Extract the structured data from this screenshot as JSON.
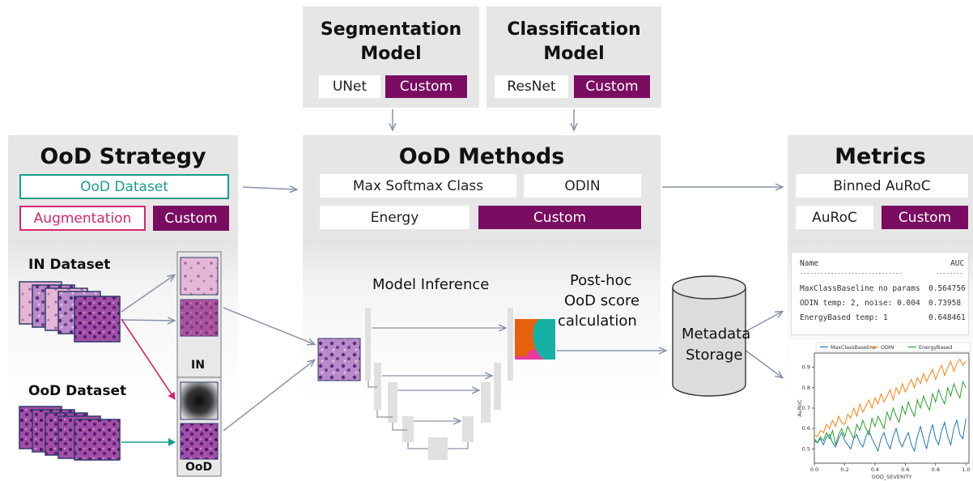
{
  "segmentation": {
    "title_line1": "Segmentation",
    "title_line2": "Model",
    "chips": [
      "UNet",
      "Custom"
    ]
  },
  "classification": {
    "title_line1": "Classification",
    "title_line2": "Model",
    "chips": [
      "ResNet",
      "Custom"
    ]
  },
  "strategy": {
    "title": "OoD Strategy",
    "ood_dataset": "OoD Dataset",
    "augmentation": "Augmentation",
    "custom": "Custom",
    "in_dataset_label": "IN Dataset",
    "ood_dataset_label": "OoD Dataset",
    "in_tag": "IN",
    "ood_tag": "OoD"
  },
  "methods": {
    "title": "OoD Methods",
    "chips": [
      "Max Softmax Class",
      "ODIN",
      "Energy",
      "Custom"
    ],
    "model_inference": "Model Inference",
    "posthoc": [
      "Post-hoc",
      "OoD score",
      "calculation"
    ]
  },
  "storage": {
    "line1": "Metadata",
    "line2": "Storage"
  },
  "metrics": {
    "title": "Metrics",
    "chips": [
      "Binned AuRoC",
      "AuRoC",
      "Custom"
    ],
    "table": {
      "header_name": "Name",
      "header_auc": "AUC",
      "sep_name": "------------------------------",
      "sep_auc": "--------",
      "rows": [
        {
          "name": "MaxClassBaseline no params",
          "auc": "0.564756"
        },
        {
          "name": "ODIN temp: 2, noise: 0.004",
          "auc": "0.73958"
        },
        {
          "name": "EnergyBased temp: 1",
          "auc": "0.648461"
        }
      ]
    }
  },
  "colors": {
    "purple": "#7a0d62",
    "teal": "#1a9e8a",
    "pink": "#d6266f",
    "arrow": "#8a93a6"
  },
  "chart_data": {
    "type": "line",
    "xlabel": "OOD_SEVERITY",
    "ylabel": "AuRoC",
    "xlim": [
      0,
      1.02
    ],
    "ylim": [
      0.43,
      0.97
    ],
    "xticks": [
      "0.0",
      "0.2",
      "0.4",
      "0.6",
      "0.8",
      "1.0"
    ],
    "yticks": [
      "0.5",
      "0.6",
      "0.7",
      "0.8",
      "0.9"
    ],
    "legend_position": "top",
    "series": [
      {
        "name": "MaxClassBaseline",
        "color": "#1f77b4",
        "x": [
          0,
          0.02,
          0.04,
          0.06,
          0.08,
          0.1,
          0.12,
          0.14,
          0.16,
          0.18,
          0.2,
          0.22,
          0.24,
          0.26,
          0.28,
          0.3,
          0.32,
          0.34,
          0.36,
          0.38,
          0.4,
          0.42,
          0.44,
          0.46,
          0.48,
          0.5,
          0.52,
          0.54,
          0.56,
          0.58,
          0.6,
          0.62,
          0.64,
          0.66,
          0.68,
          0.7,
          0.72,
          0.74,
          0.76,
          0.78,
          0.8,
          0.82,
          0.84,
          0.86,
          0.88,
          0.9,
          0.92,
          0.94,
          0.96,
          0.98,
          1.0
        ],
        "y": [
          0.54,
          0.53,
          0.55,
          0.52,
          0.56,
          0.57,
          0.53,
          0.51,
          0.55,
          0.58,
          0.54,
          0.52,
          0.5,
          0.55,
          0.57,
          0.53,
          0.51,
          0.56,
          0.59,
          0.55,
          0.52,
          0.49,
          0.55,
          0.58,
          0.53,
          0.5,
          0.56,
          0.6,
          0.54,
          0.51,
          0.55,
          0.58,
          0.52,
          0.49,
          0.56,
          0.61,
          0.55,
          0.5,
          0.57,
          0.62,
          0.55,
          0.52,
          0.59,
          0.63,
          0.56,
          0.52,
          0.6,
          0.64,
          0.57,
          0.55,
          0.65
        ]
      },
      {
        "name": "ODIN",
        "color": "#ff7f0e",
        "x": [
          0,
          0.02,
          0.04,
          0.06,
          0.08,
          0.1,
          0.12,
          0.14,
          0.16,
          0.18,
          0.2,
          0.22,
          0.24,
          0.26,
          0.28,
          0.3,
          0.32,
          0.34,
          0.36,
          0.38,
          0.4,
          0.42,
          0.44,
          0.46,
          0.48,
          0.5,
          0.52,
          0.54,
          0.56,
          0.58,
          0.6,
          0.62,
          0.64,
          0.66,
          0.68,
          0.7,
          0.72,
          0.74,
          0.76,
          0.78,
          0.8,
          0.82,
          0.84,
          0.86,
          0.88,
          0.9,
          0.92,
          0.94,
          0.96,
          0.98,
          1.0
        ],
        "y": [
          0.57,
          0.56,
          0.59,
          0.58,
          0.62,
          0.6,
          0.64,
          0.61,
          0.66,
          0.63,
          0.62,
          0.67,
          0.65,
          0.7,
          0.66,
          0.72,
          0.68,
          0.71,
          0.74,
          0.7,
          0.75,
          0.72,
          0.77,
          0.73,
          0.76,
          0.79,
          0.74,
          0.8,
          0.77,
          0.82,
          0.78,
          0.81,
          0.84,
          0.8,
          0.85,
          0.82,
          0.87,
          0.83,
          0.86,
          0.89,
          0.84,
          0.88,
          0.91,
          0.86,
          0.9,
          0.93,
          0.88,
          0.92,
          0.94,
          0.91,
          0.93
        ]
      },
      {
        "name": "EnergyBased",
        "color": "#2ca02c",
        "x": [
          0,
          0.02,
          0.04,
          0.06,
          0.08,
          0.1,
          0.12,
          0.14,
          0.16,
          0.18,
          0.2,
          0.22,
          0.24,
          0.26,
          0.28,
          0.3,
          0.32,
          0.34,
          0.36,
          0.38,
          0.4,
          0.42,
          0.44,
          0.46,
          0.48,
          0.5,
          0.52,
          0.54,
          0.56,
          0.58,
          0.6,
          0.62,
          0.64,
          0.66,
          0.68,
          0.7,
          0.72,
          0.74,
          0.76,
          0.78,
          0.8,
          0.82,
          0.84,
          0.86,
          0.88,
          0.9,
          0.92,
          0.94,
          0.96,
          0.98,
          1.0
        ],
        "y": [
          0.55,
          0.53,
          0.56,
          0.54,
          0.58,
          0.55,
          0.59,
          0.52,
          0.57,
          0.6,
          0.56,
          0.61,
          0.58,
          0.55,
          0.62,
          0.59,
          0.64,
          0.6,
          0.57,
          0.65,
          0.61,
          0.66,
          0.63,
          0.6,
          0.68,
          0.64,
          0.7,
          0.66,
          0.63,
          0.71,
          0.67,
          0.73,
          0.69,
          0.66,
          0.74,
          0.7,
          0.76,
          0.72,
          0.69,
          0.77,
          0.73,
          0.79,
          0.75,
          0.72,
          0.8,
          0.76,
          0.82,
          0.78,
          0.75,
          0.83,
          0.8
        ]
      }
    ]
  }
}
